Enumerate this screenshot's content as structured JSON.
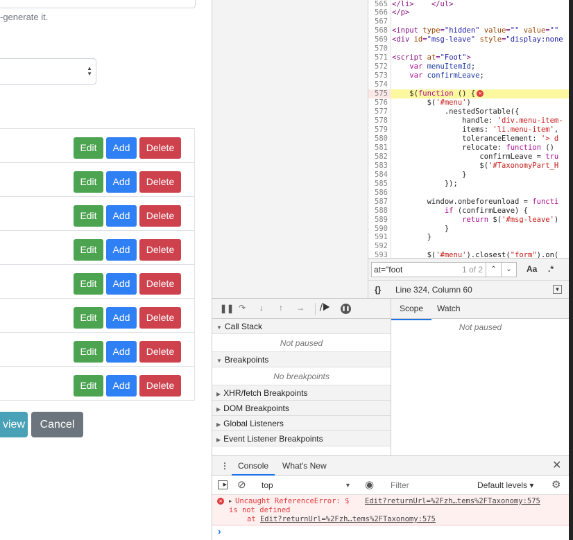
{
  "page": {
    "help_text": "-generate it.",
    "rows": [
      {
        "edit": "Edit",
        "add": "Add",
        "delete": "Delete"
      },
      {
        "edit": "Edit",
        "add": "Add",
        "delete": "Delete"
      },
      {
        "edit": "Edit",
        "add": "Add",
        "delete": "Delete"
      },
      {
        "edit": "Edit",
        "add": "Add",
        "delete": "Delete"
      },
      {
        "edit": "Edit",
        "add": "Add",
        "delete": "Delete"
      },
      {
        "edit": "Edit",
        "add": "Add",
        "delete": "Delete"
      },
      {
        "edit": "Edit",
        "add": "Add",
        "delete": "Delete"
      },
      {
        "edit": "Edit",
        "add": "Add",
        "delete": "Delete"
      }
    ],
    "preview_label": "view",
    "cancel_label": "Cancel",
    "colors": {
      "edit": "#4ca450",
      "add": "#2f7ff5",
      "delete": "#cd424d",
      "preview": "#48a1b7",
      "cancel": "#6c757d"
    }
  },
  "editor": {
    "current_line": 575,
    "lines": [
      {
        "n": 565,
        "t": [
          [
            "t-tag",
            "</li>"
          ],
          [
            "t-p",
            "    "
          ],
          [
            "t-tag",
            "</ul>"
          ]
        ]
      },
      {
        "n": 566,
        "t": [
          [
            "t-tag",
            "</p>"
          ]
        ]
      },
      {
        "n": 567,
        "t": []
      },
      {
        "n": 568,
        "t": [
          [
            "t-tag",
            "<input "
          ],
          [
            "t-attr",
            "type"
          ],
          [
            "t-tag",
            "="
          ],
          [
            "t-val",
            "\"hidden\""
          ],
          [
            "t-p",
            " "
          ],
          [
            "t-attr",
            "value"
          ],
          [
            "t-tag",
            "="
          ],
          [
            "t-val",
            "\"\""
          ],
          [
            "t-p",
            " "
          ],
          [
            "t-attr",
            "value"
          ],
          [
            "t-tag",
            "="
          ],
          [
            "t-val",
            "\"\""
          ]
        ]
      },
      {
        "n": 569,
        "t": [
          [
            "t-tag",
            "<div "
          ],
          [
            "t-attr",
            "id"
          ],
          [
            "t-tag",
            "="
          ],
          [
            "t-val",
            "\"msg-leave\""
          ],
          [
            "t-p",
            " "
          ],
          [
            "t-attr",
            "style"
          ],
          [
            "t-tag",
            "="
          ],
          [
            "t-val",
            "\"display:none"
          ]
        ]
      },
      {
        "n": 570,
        "t": []
      },
      {
        "n": 571,
        "t": [
          [
            "t-tag",
            "<script "
          ],
          [
            "t-attr",
            "at"
          ],
          [
            "t-tag",
            "="
          ],
          [
            "t-val",
            "\"Foot\""
          ],
          [
            "t-tag",
            ">"
          ]
        ]
      },
      {
        "n": 572,
        "t": [
          [
            "t-p",
            "    "
          ],
          [
            "t-kw",
            "var"
          ],
          [
            "t-p",
            " "
          ],
          [
            "t-var",
            "menuItemId"
          ],
          [
            "t-p",
            ";"
          ]
        ]
      },
      {
        "n": 573,
        "t": [
          [
            "t-p",
            "    "
          ],
          [
            "t-kw",
            "var"
          ],
          [
            "t-p",
            " "
          ],
          [
            "t-var",
            "confirmLeave"
          ],
          [
            "t-p",
            ";"
          ]
        ]
      },
      {
        "n": 574,
        "t": []
      },
      {
        "n": 575,
        "t": [
          [
            "t-p",
            "    $("
          ],
          [
            "t-kw",
            "function"
          ],
          [
            "t-p",
            " () {"
          ]
        ]
      },
      {
        "n": 576,
        "t": [
          [
            "t-p",
            "        $("
          ],
          [
            "t-str",
            "'#menu'"
          ],
          [
            "t-p",
            ")"
          ]
        ]
      },
      {
        "n": 577,
        "t": [
          [
            "t-p",
            "            .nestedSortable({"
          ]
        ]
      },
      {
        "n": 578,
        "t": [
          [
            "t-p",
            "                handle: "
          ],
          [
            "t-str",
            "'div.menu-item-"
          ]
        ]
      },
      {
        "n": 579,
        "t": [
          [
            "t-p",
            "                items: "
          ],
          [
            "t-str",
            "'li.menu-item'"
          ],
          [
            "t-p",
            ","
          ]
        ]
      },
      {
        "n": 580,
        "t": [
          [
            "t-p",
            "                toleranceElement: "
          ],
          [
            "t-str",
            "'> d"
          ]
        ]
      },
      {
        "n": 581,
        "t": [
          [
            "t-p",
            "                relocate: "
          ],
          [
            "t-kw",
            "function"
          ],
          [
            "t-p",
            " ()"
          ]
        ]
      },
      {
        "n": 582,
        "t": [
          [
            "t-p",
            "                    confirmLeave = "
          ],
          [
            "t-kw",
            "tru"
          ]
        ]
      },
      {
        "n": 583,
        "t": [
          [
            "t-p",
            "                    $("
          ],
          [
            "t-str",
            "'#TaxonomyPart_H"
          ]
        ]
      },
      {
        "n": 584,
        "t": [
          [
            "t-p",
            "                }"
          ]
        ]
      },
      {
        "n": 585,
        "t": [
          [
            "t-p",
            "            });"
          ]
        ]
      },
      {
        "n": 586,
        "t": []
      },
      {
        "n": 587,
        "t": [
          [
            "t-p",
            "        window.onbeforeunload = "
          ],
          [
            "t-kw",
            "functi"
          ]
        ]
      },
      {
        "n": 588,
        "t": [
          [
            "t-p",
            "            "
          ],
          [
            "t-kw",
            "if"
          ],
          [
            "t-p",
            " (confirmLeave) {"
          ]
        ]
      },
      {
        "n": 589,
        "t": [
          [
            "t-p",
            "                "
          ],
          [
            "t-kw",
            "return"
          ],
          [
            "t-p",
            " $("
          ],
          [
            "t-str",
            "'#msg-leave'"
          ],
          [
            "t-p",
            ")"
          ]
        ]
      },
      {
        "n": 590,
        "t": [
          [
            "t-p",
            "            }"
          ]
        ]
      },
      {
        "n": 591,
        "t": [
          [
            "t-p",
            "        }"
          ]
        ]
      },
      {
        "n": 592,
        "t": []
      },
      {
        "n": 593,
        "t": [
          [
            "t-p",
            "        $("
          ],
          [
            "t-str",
            "'#menu'"
          ],
          [
            "t-p",
            ").closest("
          ],
          [
            "t-str",
            "\"form\""
          ],
          [
            "t-p",
            ").on("
          ]
        ]
      }
    ],
    "search": {
      "value": "at=\"foot",
      "count": "1 of 2",
      "match_case": "Aa",
      "regex": ".*"
    },
    "status": {
      "braces": "{}",
      "position": "Line 324, Column 60"
    }
  },
  "debugger": {
    "sections": [
      {
        "label": "Call Stack",
        "expanded": true,
        "empty": "Not paused"
      },
      {
        "label": "Breakpoints",
        "expanded": true,
        "empty": "No breakpoints"
      },
      {
        "label": "XHR/fetch Breakpoints",
        "expanded": false
      },
      {
        "label": "DOM Breakpoints",
        "expanded": false
      },
      {
        "label": "Global Listeners",
        "expanded": false
      },
      {
        "label": "Event Listener Breakpoints",
        "expanded": false
      }
    ],
    "scope_tab": "Scope",
    "watch_tab": "Watch",
    "scope_empty": "Not paused"
  },
  "console": {
    "tab_console": "Console",
    "tab_whats_new": "What's New",
    "context": "top",
    "filter_placeholder": "Filter",
    "levels": "Default levels ▾",
    "error": {
      "message": "Uncaught ReferenceError: $",
      "message2": "is not defined",
      "at": "at ",
      "source": "Edit?returnUrl=%2Fzh…tems%2FTaxonomy:575",
      "stack_link": "Edit?returnUrl=%2Fzh…tems%2FTaxonomy:575"
    },
    "prompt": "›"
  }
}
